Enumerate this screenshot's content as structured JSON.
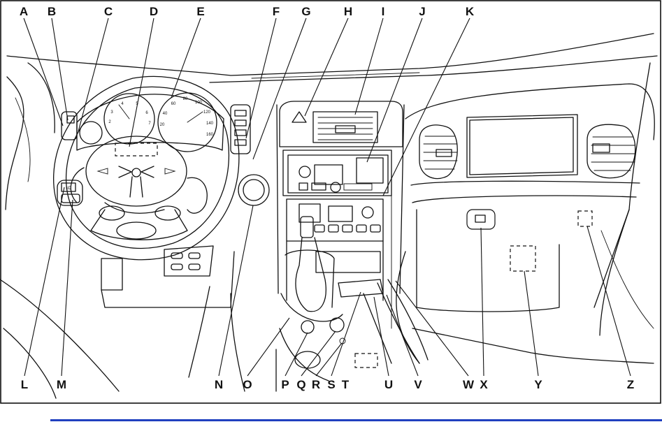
{
  "callouts": {
    "A": "A",
    "B": "B",
    "C": "C",
    "D": "D",
    "E": "E",
    "F": "F",
    "G": "G",
    "H": "H",
    "I": "I",
    "J": "J",
    "K": "K",
    "L": "L",
    "M": "M",
    "N": "N",
    "O": "O",
    "P": "P",
    "Q": "Q",
    "R": "R",
    "S": "S",
    "T": "T",
    "U": "U",
    "V": "V",
    "W": "W",
    "X": "X",
    "Y": "Y",
    "Z": "Z"
  },
  "colors": {
    "line": "#111111",
    "background": "#ffffff",
    "rule": "#1f3fbf"
  }
}
